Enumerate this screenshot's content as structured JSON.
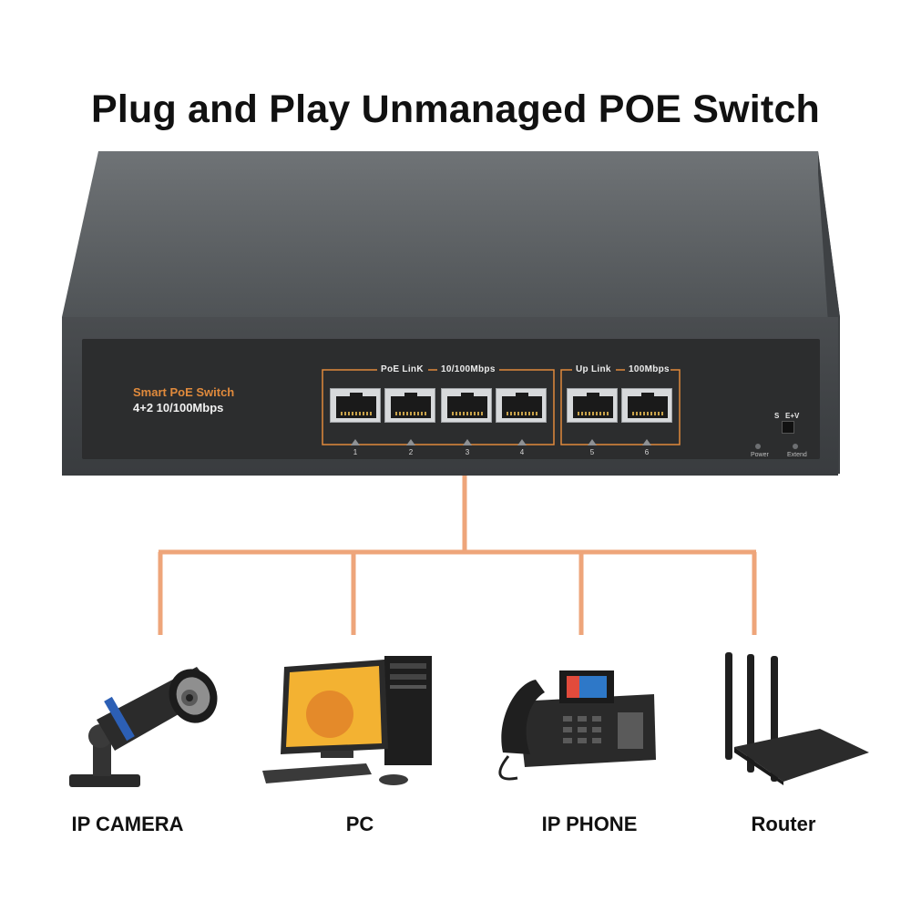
{
  "title": "Plug and Play Unmanaged POE Switch",
  "switch": {
    "brand_title": "Smart PoE Switch",
    "brand_subtitle": "4+2 10/100Mbps",
    "group_poe_label": "PoE LinK",
    "group_poe_speed": "10/100Mbps",
    "group_uplink_label": "Up Link",
    "group_uplink_speed": "100Mbps",
    "ports": [
      "1",
      "2",
      "3",
      "4",
      "5",
      "6"
    ],
    "switch_s": "S",
    "switch_ev": "E+V",
    "led_power": "Power",
    "led_extend": "Extend"
  },
  "devices": [
    {
      "label": "IP CAMERA",
      "icon": "ip-camera-icon"
    },
    {
      "label": "PC",
      "icon": "pc-icon"
    },
    {
      "label": "IP PHONE",
      "icon": "ip-phone-icon"
    },
    {
      "label": "Router",
      "icon": "router-icon"
    }
  ],
  "colors": {
    "accent_orange": "#e08a3c",
    "connector_line": "#eea57a",
    "chassis": "#5b5f62"
  }
}
